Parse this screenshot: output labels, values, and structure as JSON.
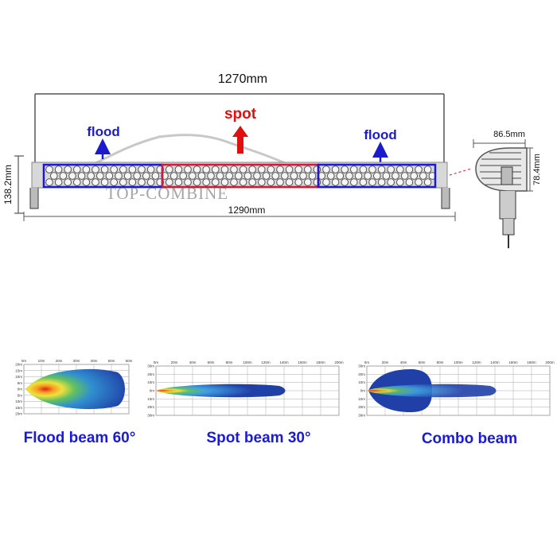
{
  "dimensions": {
    "top_width": "1270mm",
    "bottom_width": "1290mm",
    "height": "138.2mm",
    "side_width": "86.5mm",
    "side_height": "78.4mm"
  },
  "zones": {
    "left": "flood",
    "center": "spot",
    "right": "flood"
  },
  "watermark": "TOP-COMBINE",
  "colors": {
    "flood_label": "#1b1bcc",
    "spot_label": "#e01010",
    "flood_box": "#1a1ad0",
    "spot_box": "#d01a3a"
  },
  "beam_charts": [
    {
      "caption": "Flood beam 60°",
      "ticks_x": [
        "0m",
        "10m",
        "20m",
        "30m",
        "40m",
        "50m",
        "60m"
      ],
      "ticks_y": [
        "20m",
        "15m",
        "10m",
        "5m",
        "0m",
        "5m",
        "10m",
        "15m",
        "20m"
      ]
    },
    {
      "caption": "Spot beam 30°",
      "ticks_x": [
        "0m",
        "20m",
        "40m",
        "60m",
        "80m",
        "100m",
        "120m",
        "140m",
        "160m",
        "180m",
        "200m"
      ],
      "ticks_y": [
        "30m",
        "20m",
        "10m",
        "0m",
        "10m",
        "20m",
        "30m"
      ]
    },
    {
      "caption": "Combo beam",
      "ticks_x": [
        "0m",
        "20m",
        "40m",
        "60m",
        "80m",
        "100m",
        "120m",
        "140m",
        "160m",
        "180m",
        "200m"
      ],
      "ticks_y": [
        "30m",
        "20m",
        "10m",
        "0m",
        "10m",
        "20m",
        "30m"
      ]
    }
  ]
}
